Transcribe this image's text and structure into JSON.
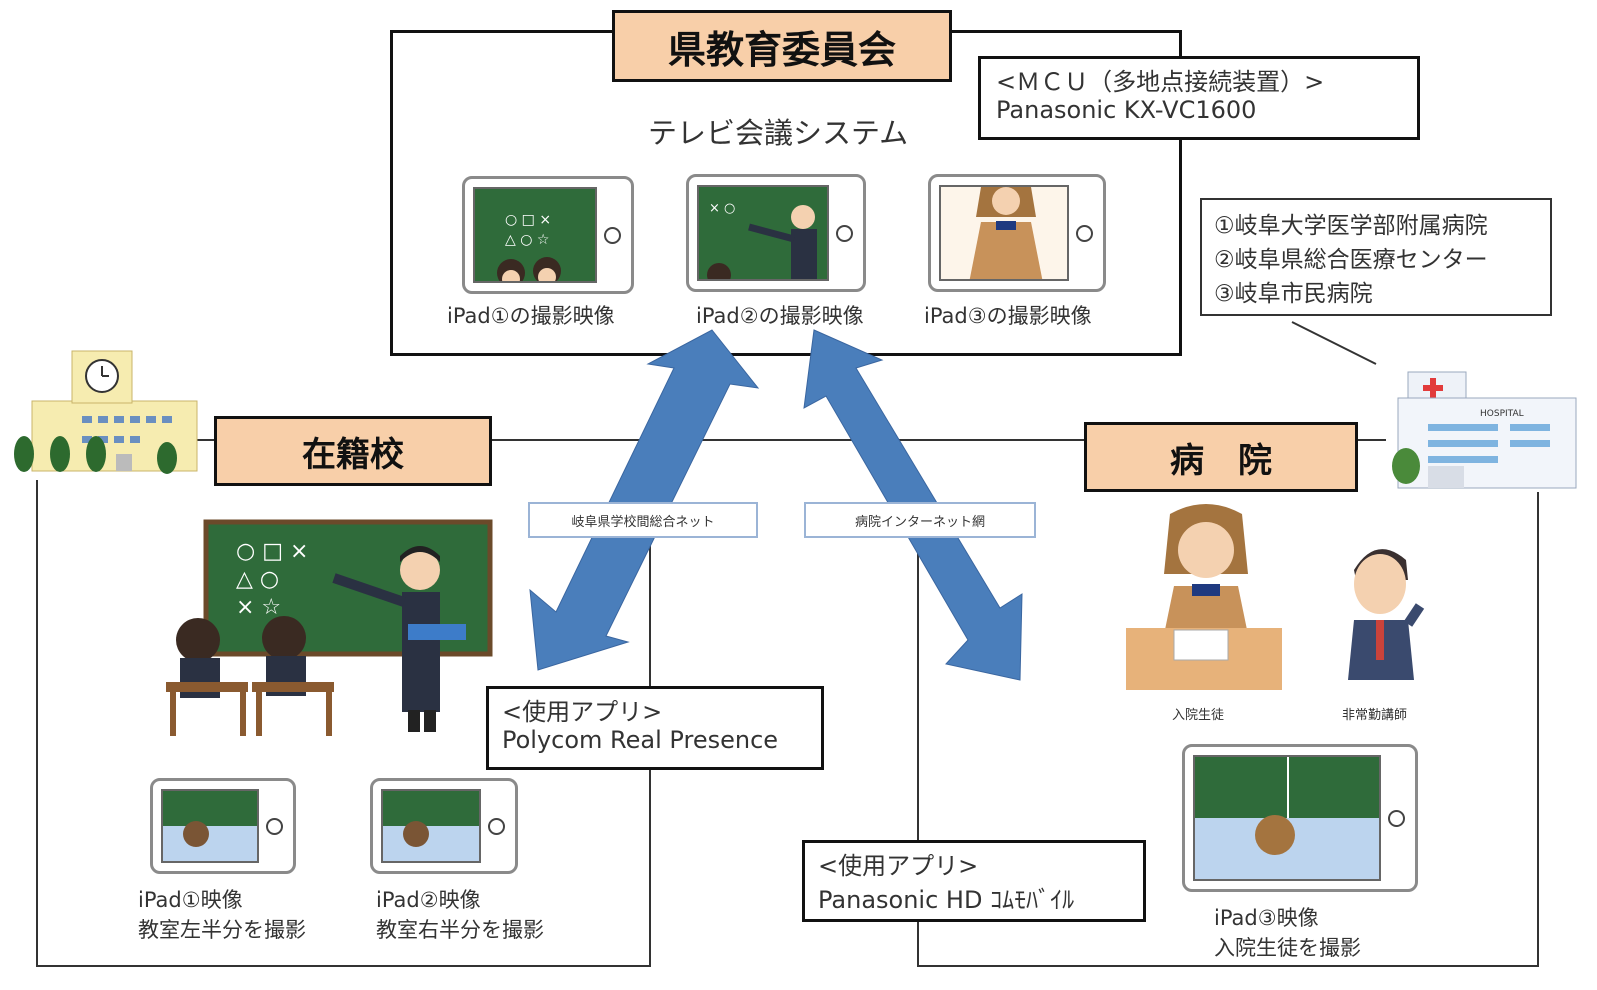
{
  "board": {
    "title": "県教育委員会",
    "system_label": "テレビ会議システム",
    "ipad1_caption": "iPad①の撮影映像",
    "ipad2_caption": "iPad②の撮影映像",
    "ipad3_caption": "iPad③の撮影映像"
  },
  "mcu": {
    "line1": "<ＭＣＵ（多地点接続装置）>",
    "line2": "Panasonic KX-VC1600"
  },
  "hospitals": {
    "line1": "①岐阜大学医学部附属病院",
    "line2": "②岐阜県総合医療センター",
    "line3": "③岐阜市民病院"
  },
  "school": {
    "title": "在籍校",
    "ipad1_line1": "iPad①映像",
    "ipad1_line2": "教室左半分を撮影",
    "ipad2_line1": "iPad②映像",
    "ipad2_line2": "教室右半分を撮影"
  },
  "hospital": {
    "title": "病　院",
    "patient_label": "入院生徒",
    "teacher_label": "非常勤講師",
    "ipad3_line1": "iPad③映像",
    "ipad3_line2": "入院生徒を撮影",
    "building_sign": "HOSPITAL"
  },
  "networks": {
    "school_net": "岐阜県学校間総合ネット",
    "hospital_net": "病院インターネット網"
  },
  "apps": {
    "school_app_line1": "<使用アプリ>",
    "school_app_line2": "Polycom Real Presence",
    "hospital_app_line1": "<使用アプリ>",
    "hospital_app_line2": "Panasonic HD ｺﾑﾓﾊﾞｲﾙ"
  },
  "icons": [
    "school-building-icon",
    "hospital-building-icon",
    "clock-icon",
    "red-cross-icon",
    "chalkboard-icon",
    "teacher-icon",
    "students-icon",
    "patient-icon",
    "doctor-icon"
  ],
  "colors": {
    "title_fill": "#f8cfa9",
    "arrow_fill": "#4a7ebb",
    "board_green": "#2f6b3a"
  }
}
